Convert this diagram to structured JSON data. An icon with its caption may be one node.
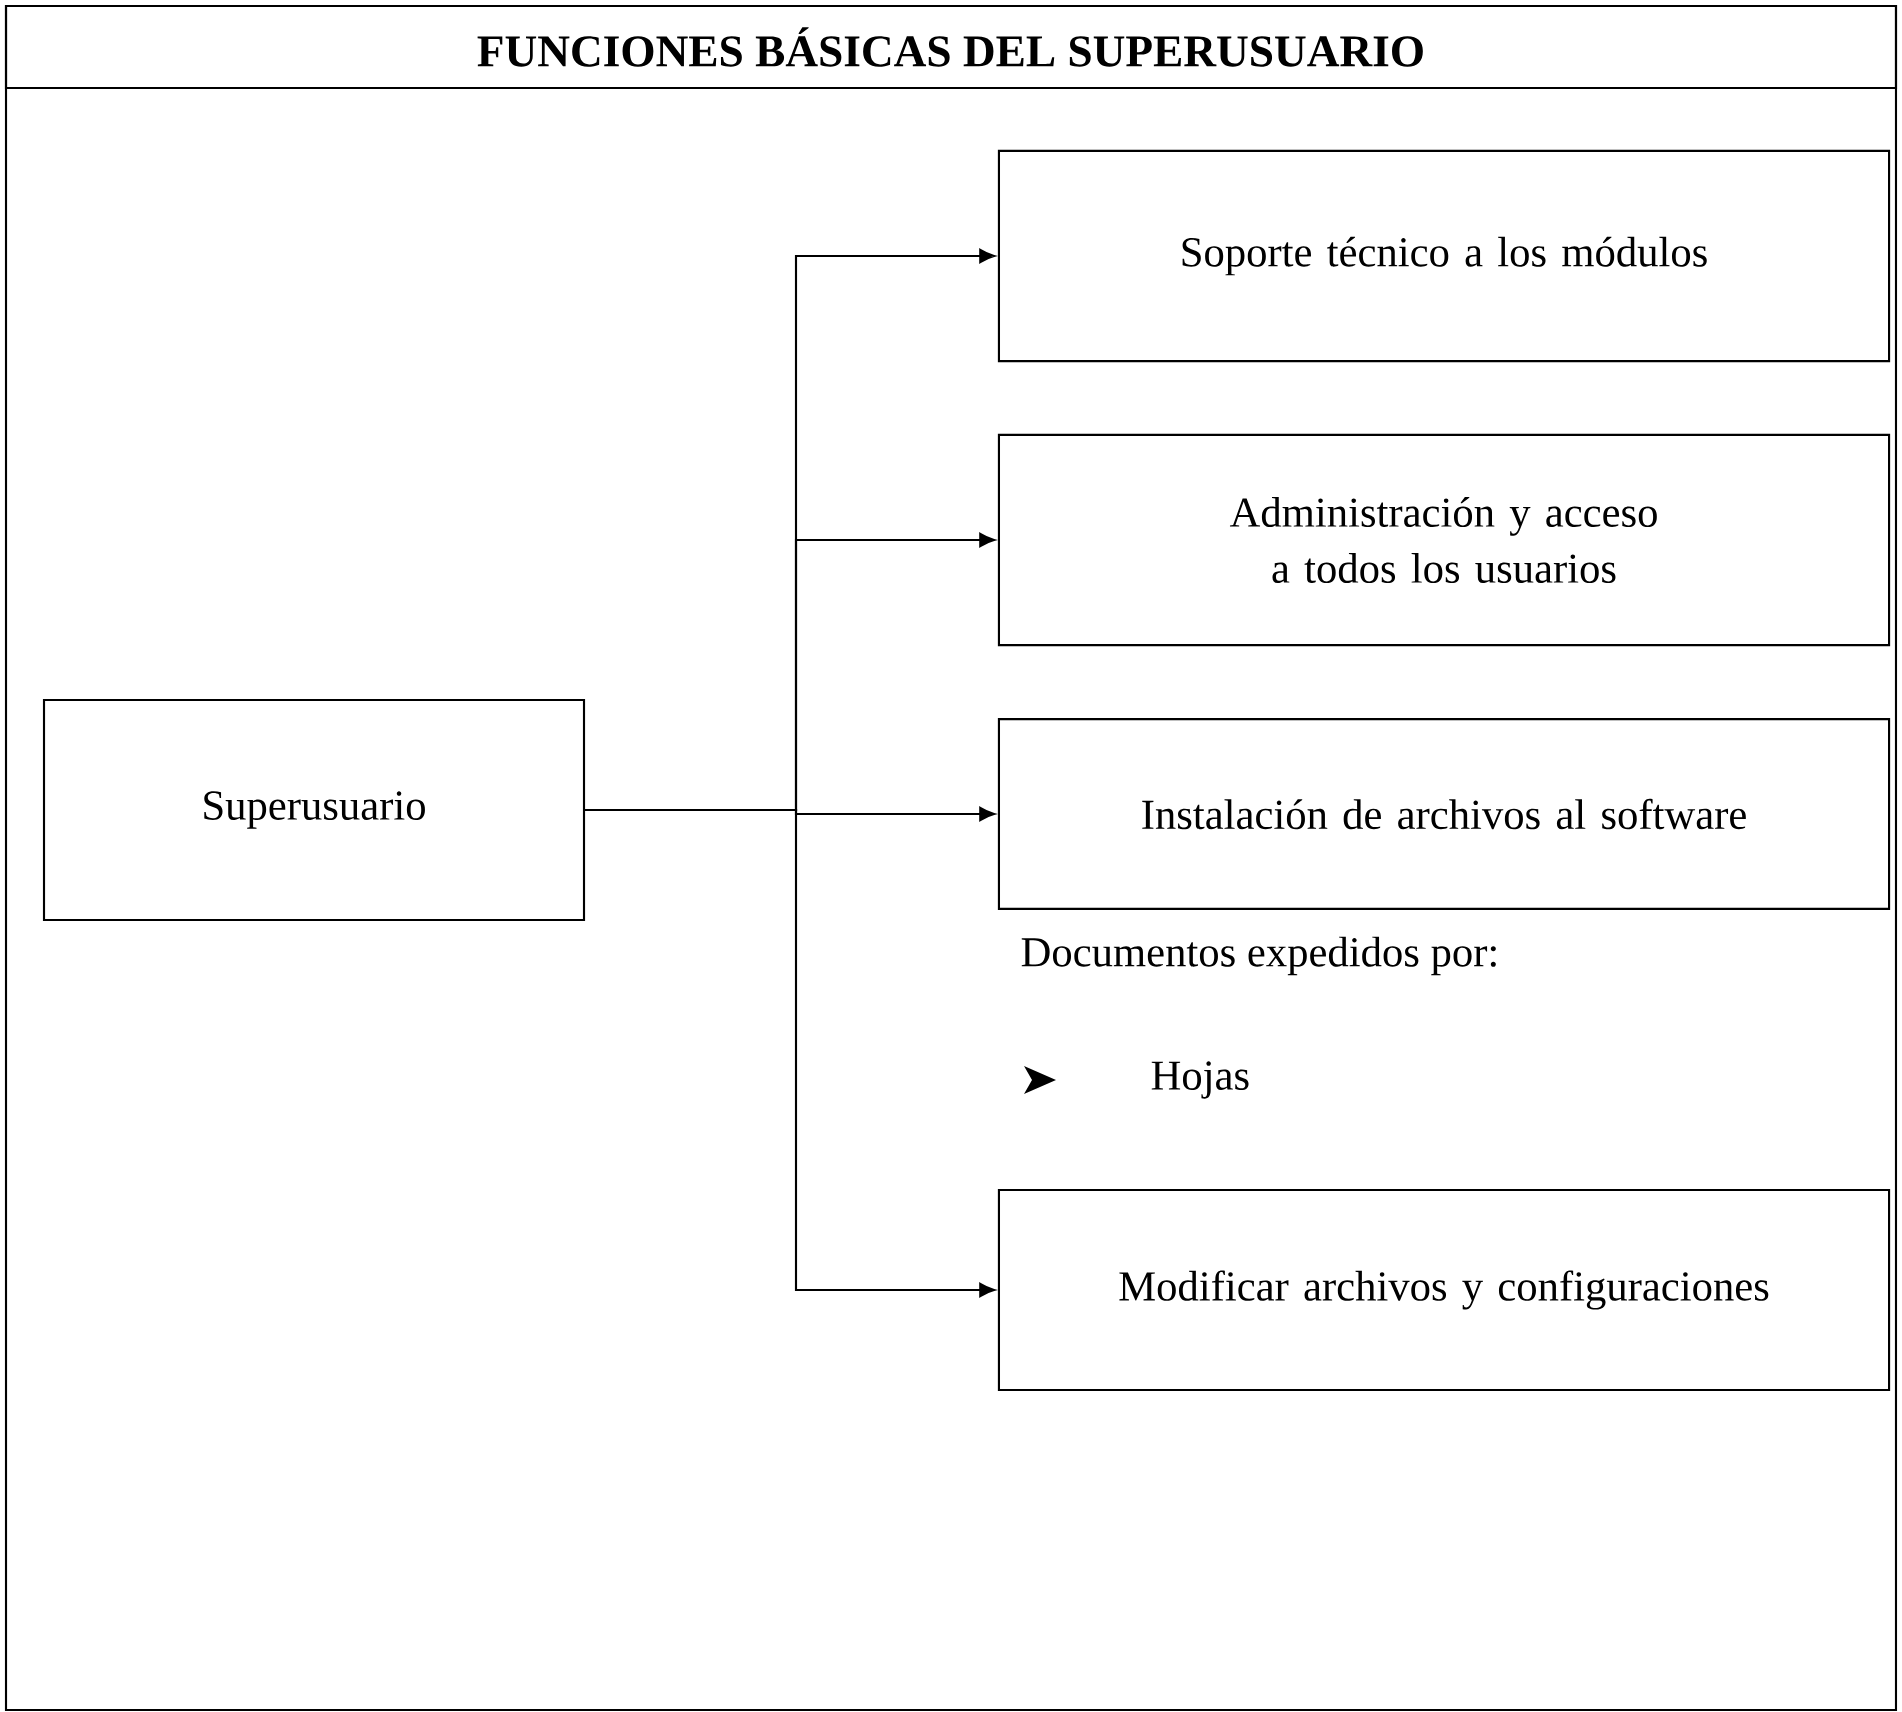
{
  "diagram": {
    "title": "FUNCIONES BÁSICAS DEL SUPERUSUARIO",
    "nodes": [
      {
        "text": [
          "Superusuario"
        ]
      },
      {
        "text": [
          "Soporte técnico a los módulos"
        ]
      },
      {
        "text": [
          "Administración y acceso a todos los usuarios"
        ]
      },
      {
        "text": [
          "Instalación de archivos al software"
        ]
      },
      {
        "text": [
          "Modificar archivos y configuraciones"
        ]
      }
    ],
    "edges": [
      {
        "from": 0,
        "to": 1,
        "arrow": "to"
      },
      {
        "from": 0,
        "to": 2,
        "arrow": "to"
      },
      {
        "from": 0,
        "to": 3,
        "arrow": "to"
      },
      {
        "from": 0,
        "to": 4,
        "arrow": "to"
      }
    ],
    "labels": [
      "Documentos expedidos por:",
      "Hojas"
    ]
  }
}
